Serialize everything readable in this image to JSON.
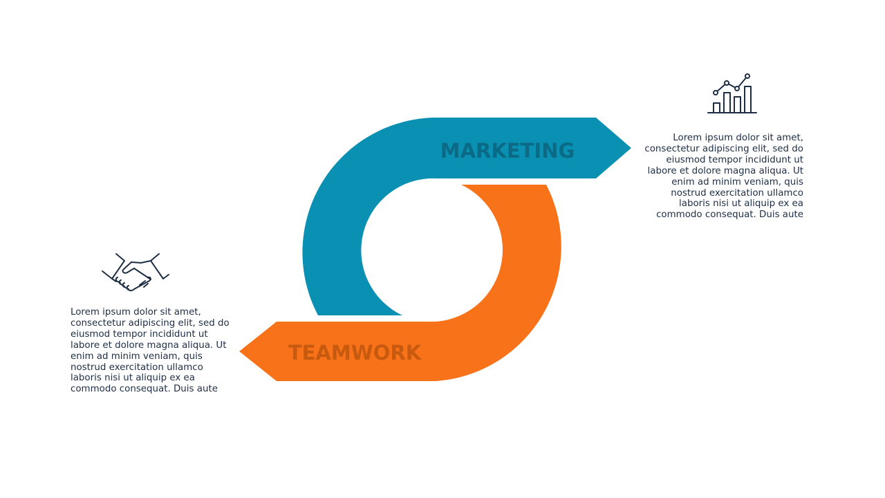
{
  "colors": {
    "marketing_arrow": "#0a90b2",
    "marketing_label": "#0b6b86",
    "teamwork_arrow": "#f77219",
    "teamwork_label": "#c85a0f",
    "body_text": "#1d2d44",
    "icon_stroke": "#1d2d44",
    "background": "#ffffff"
  },
  "marketing": {
    "label": "MARKETING",
    "icon": "bar-chart-trend-icon",
    "description": "Lorem ipsum dolor sit amet, consectetur adipiscing elit, sed do eiusmod tempor incididunt ut labore et dolore magna aliqua. Ut enim ad minim veniam, quis nostrud exercitation ullamco laboris nisi ut aliquip ex ea commodo consequat. Duis aute"
  },
  "teamwork": {
    "label": "TEAMWORK",
    "icon": "handshake-icon",
    "description": "Lorem ipsum dolor sit amet, consectetur adipiscing elit, sed do eiusmod tempor incididunt ut labore et dolore magna aliqua. Ut enim ad minim veniam, quis nostrud exercitation ullamco laboris nisi ut aliquip ex ea commodo consequat. Duis aute"
  }
}
